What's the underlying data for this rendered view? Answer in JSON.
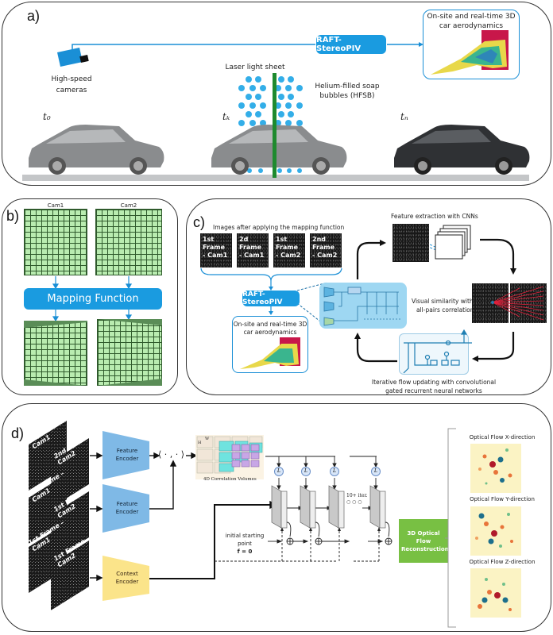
{
  "panels": {
    "a": {
      "label": "a)",
      "cameras_label_line1": "High-speed",
      "cameras_label_line2": "cameras",
      "raft_button": "RAFT- StereoPIV",
      "output_title_line1": "On-site and real-time 3D",
      "output_title_line2": "car aerodynamics",
      "laser_label": "Laser light sheet",
      "hfsb_line1": "Helium-filled soap",
      "hfsb_line2": "bubbles (HFSB)",
      "time_labels": [
        "t₀",
        "tₖ",
        "tₙ"
      ]
    },
    "b": {
      "label": "b)",
      "cam1": "Cam1",
      "cam2": "Cam2",
      "mapping": "Mapping Function"
    },
    "c": {
      "label": "c)",
      "images_caption": "Images after applying the mapping function",
      "frames": [
        {
          "line1": "1st Frame",
          "line2": "- Cam1"
        },
        {
          "line1": "2d Frame",
          "line2": "- Cam1"
        },
        {
          "line1": "1st Frame",
          "line2": "- Cam2"
        },
        {
          "line1": "2nd Frame",
          "line2": "- Cam2"
        }
      ],
      "raft_button": "RAFT- StereoPIV",
      "output_title_line1": "On-site and real-time 3D",
      "output_title_line2": "car aerodynamics",
      "feature_extraction": "Feature extraction with CNNs",
      "visual_similarity_line1": "Visual similarity with",
      "visual_similarity_line2": "all-pairs correlation",
      "iterative_line1": "Iterative flow updating with convolutional",
      "iterative_line2": "gated recurrent neural networks"
    },
    "d": {
      "label": "d)",
      "stacks": [
        {
          "a_line1": "2nd Frame –",
          "a_line2": "Cam1",
          "b_line1": "2nd Frame –",
          "b_line2": "Cam2"
        },
        {
          "a_line1": "1st Frame –",
          "a_line2": "Cam1",
          "b_line1": "1st Frame –",
          "b_line2": "Cam2"
        },
        {
          "a_line1": "1st Frame –",
          "a_line2": "Cam1",
          "b_line1": "1st Frame –",
          "b_line2": "Cam2"
        }
      ],
      "feature_encoder_1": "Feature Encoder",
      "feature_encoder_2": "Feature Encoder",
      "context_encoder": "Context Encoder",
      "inner_product": "⟨ · , · ⟩",
      "corr_label": "4D Correlation Volumes",
      "corr_w": "W",
      "corr_h": "H",
      "lookup": "L",
      "iter_label": "10+ iter.",
      "iter_dots": "○ ○ ○",
      "init_line1": "initial starting",
      "init_line2": "point",
      "init_line3": "f = 0",
      "reconstruction": "3D Optical Flow Reconstruction",
      "flow_x": "Optical Flow X-direction",
      "flow_y": "Optical Flow Y-direction",
      "flow_z": "Optical Flow Z-direction"
    }
  },
  "colors": {
    "accent_blue": "#1a9be0",
    "laser_green": "#1e8a2e",
    "reconstruction_green": "#78c043",
    "feature_encoder": "#7fb9e6",
    "context_encoder": "#fbe48a",
    "grid_green": "#b9ecb0"
  }
}
